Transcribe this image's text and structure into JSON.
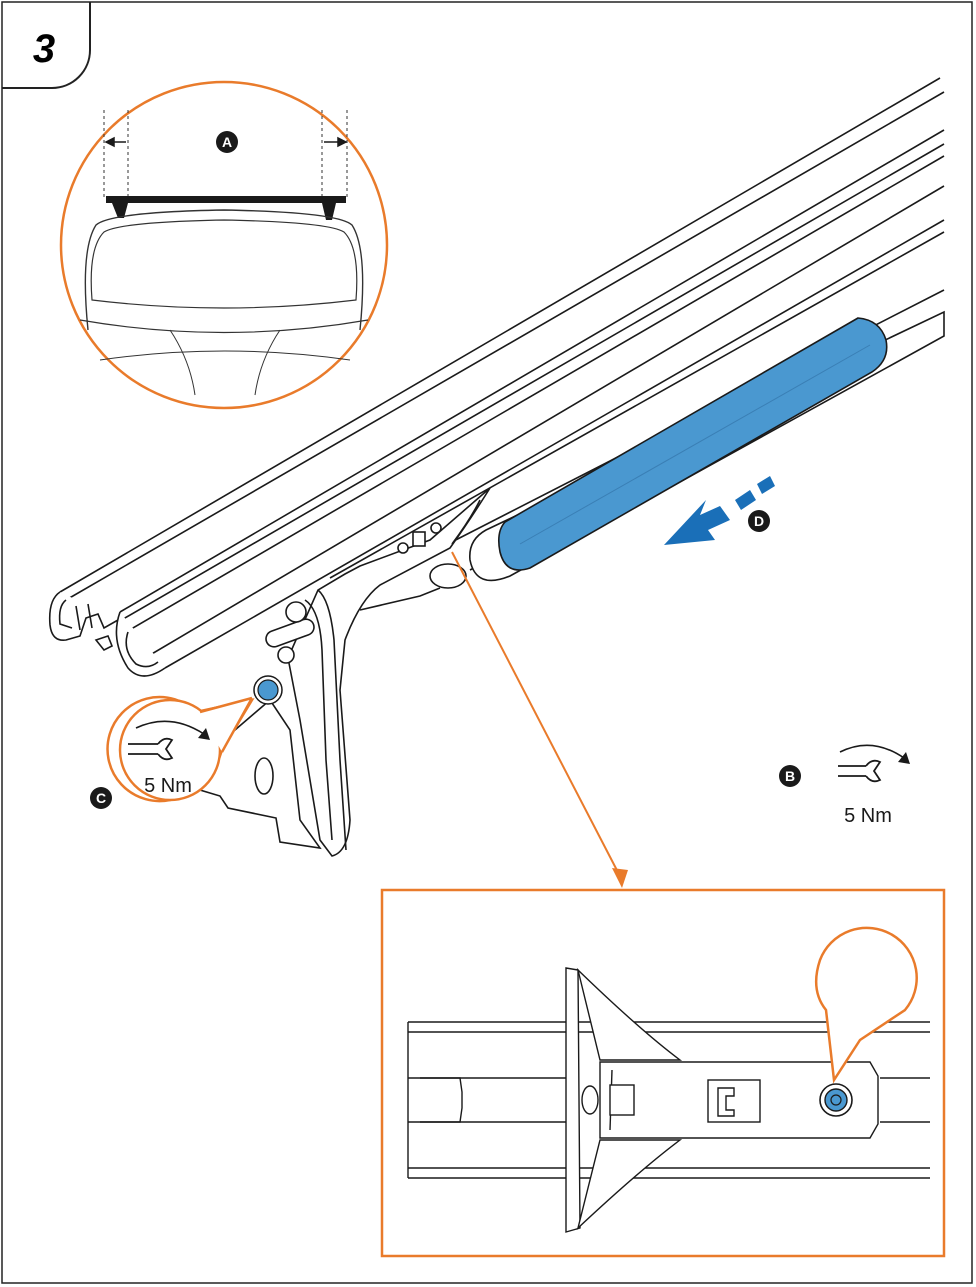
{
  "step": {
    "number": "3"
  },
  "callouts": {
    "a": {
      "letter": "A"
    },
    "b": {
      "letter": "B",
      "torque": "5 Nm"
    },
    "c": {
      "letter": "C",
      "torque": "5 Nm"
    },
    "d": {
      "letter": "D"
    }
  },
  "colors": {
    "accent_orange": "#E97B2B",
    "cover_blue": "#4A98D0",
    "arrow_blue": "#1A6FB8",
    "line": "#1a1a1a"
  },
  "icons": [
    "wrench-icon",
    "rotate-arrow-icon",
    "dimension-arrow-icon",
    "slide-arrow-icon"
  ]
}
